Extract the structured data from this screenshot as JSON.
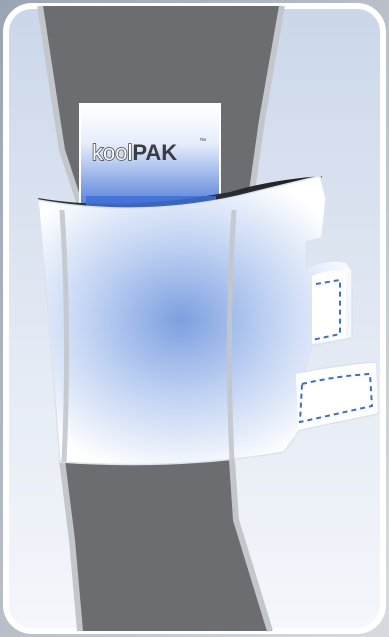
{
  "illustration": {
    "subject": "knee-wrap-with-cold-pack",
    "pack_label": {
      "prefix": "kool",
      "suffix": "PAK",
      "trademark": "™"
    },
    "colors": {
      "frame_border": "#ffffff",
      "background_top": "#cdd8ea",
      "background_bottom": "#f3f6fb",
      "leg": "#6b6d70",
      "leg_outline": "#bfc3c8",
      "wrap": "#ffffff",
      "wrap_inner": "#2c2d30",
      "cold_glow": "#7d9fe0",
      "pack_blue": "#3f6fd6",
      "stitch": "#3d6fc4"
    }
  }
}
